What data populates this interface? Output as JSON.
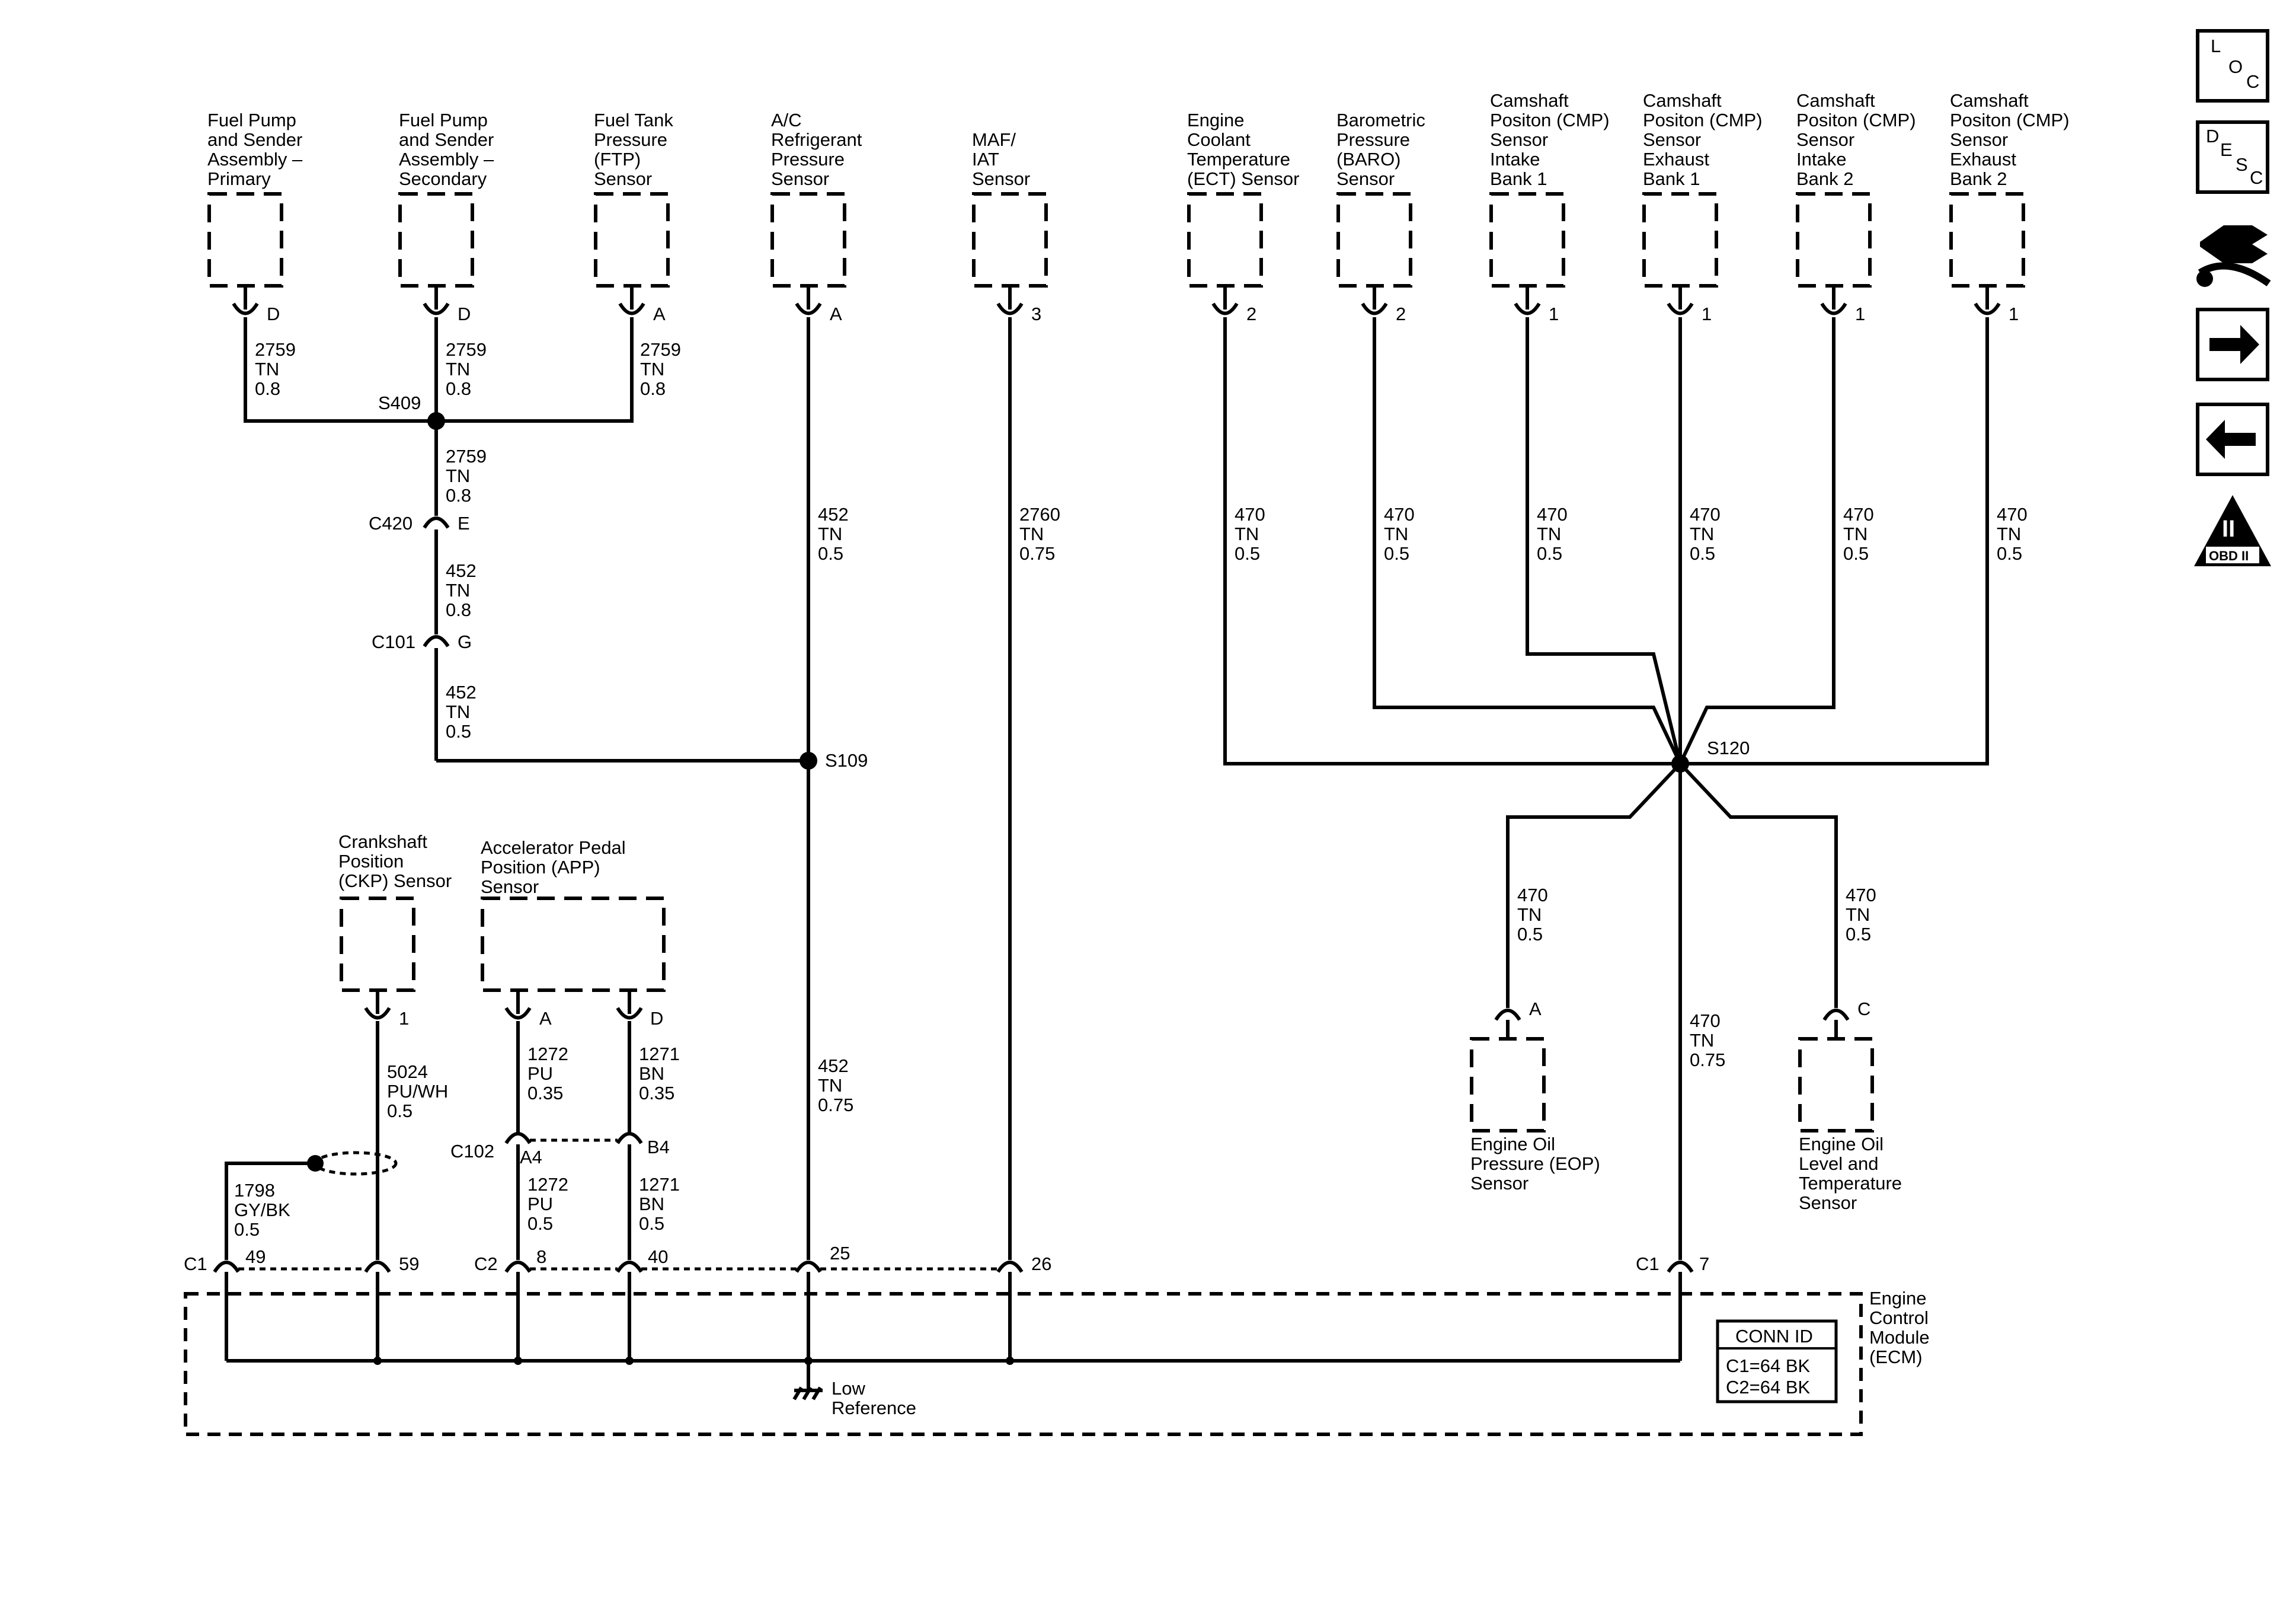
{
  "components": {
    "fp_primary": [
      "Fuel Pump",
      "and Sender",
      "Assembly –",
      "Primary"
    ],
    "fp_secondary": [
      "Fuel Pump",
      "and Sender",
      "Assembly –",
      "Secondary"
    ],
    "ftp": [
      "Fuel Tank",
      "Pressure",
      "(FTP)",
      "Sensor"
    ],
    "ac": [
      "A/C",
      "Refrigerant",
      "Pressure",
      "Sensor"
    ],
    "maf": [
      "MAF/",
      "IAT",
      "Sensor"
    ],
    "ect": [
      "Engine",
      "Coolant",
      "Temperature",
      "(ECT) Sensor"
    ],
    "baro": [
      "Barometric",
      "Pressure",
      "(BARO)",
      "Sensor"
    ],
    "cmp_ib1": [
      "Camshaft",
      "Positon (CMP)",
      "Sensor",
      "Intake",
      "Bank 1"
    ],
    "cmp_eb1": [
      "Camshaft",
      "Positon (CMP)",
      "Sensor",
      "Exhaust",
      "Bank 1"
    ],
    "cmp_ib2": [
      "Camshaft",
      "Positon (CMP)",
      "Sensor",
      "Intake",
      "Bank 2"
    ],
    "cmp_eb2": [
      "Camshaft",
      "Positon (CMP)",
      "Sensor",
      "Exhaust",
      "Bank 2"
    ],
    "ckp": [
      "Crankshaft",
      "Position",
      "(CKP) Sensor"
    ],
    "app": [
      "Accelerator Pedal",
      "Position (APP)",
      "Sensor"
    ],
    "eop": [
      "Engine Oil",
      "Pressure (EOP)",
      "Sensor"
    ],
    "eolt": [
      "Engine Oil",
      "Level and",
      "Temperature",
      "Sensor"
    ],
    "ecm": [
      "Engine",
      "Control",
      "Module",
      "(ECM)"
    ]
  },
  "pins": {
    "fp_primary": "D",
    "fp_secondary": "D",
    "ftp": "A",
    "ac": "A",
    "maf": "3",
    "ect": "2",
    "baro": "2",
    "cmp_ib1": "1",
    "cmp_eb1": "1",
    "cmp_ib2": "1",
    "cmp_eb2": "1",
    "ckp": "1",
    "app_a": "A",
    "app_d": "D",
    "eop": "A",
    "eolt": "C"
  },
  "wires": {
    "fp_primary": [
      "2759",
      "TN",
      "0.8"
    ],
    "fp_secondary": [
      "2759",
      "TN",
      "0.8"
    ],
    "ftp": [
      "2759",
      "TN",
      "0.8"
    ],
    "s409_c420": [
      "2759",
      "TN",
      "0.8"
    ],
    "c420_c101": [
      "452",
      "TN",
      "0.8"
    ],
    "c101_s109": [
      "452",
      "TN",
      "0.5"
    ],
    "ac_s109": [
      "452",
      "TN",
      "0.5"
    ],
    "s109_ecm": [
      "452",
      "TN",
      "0.75"
    ],
    "maf": [
      "2760",
      "TN",
      "0.75"
    ],
    "ect": [
      "470",
      "TN",
      "0.5"
    ],
    "baro": [
      "470",
      "TN",
      "0.5"
    ],
    "cmp_ib1": [
      "470",
      "TN",
      "0.5"
    ],
    "cmp_eb1": [
      "470",
      "TN",
      "0.5"
    ],
    "cmp_ib2": [
      "470",
      "TN",
      "0.5"
    ],
    "cmp_eb2": [
      "470",
      "TN",
      "0.5"
    ],
    "eop": [
      "470",
      "TN",
      "0.5"
    ],
    "eolt": [
      "470",
      "TN",
      "0.5"
    ],
    "s120_ecm": [
      "470",
      "TN",
      "0.75"
    ],
    "ckp": [
      "5024",
      "PU/WH",
      "0.5"
    ],
    "app_a_upper": [
      "1272",
      "PU",
      "0.35"
    ],
    "app_d_upper": [
      "1271",
      "BN",
      "0.35"
    ],
    "app_a_lower": [
      "1272",
      "PU",
      "0.5"
    ],
    "app_d_lower": [
      "1271",
      "BN",
      "0.5"
    ],
    "shield": [
      "1798",
      "GY/BK",
      "0.5"
    ]
  },
  "splices": {
    "s409": "S409",
    "s109": "S109",
    "s120": "S120"
  },
  "connectors": {
    "c420": "C420",
    "c420_pin": "E",
    "c101": "C101",
    "c101_pin": "G",
    "c102": "C102",
    "c102_pin_a": "A4",
    "c102_pin_b": "B4"
  },
  "ecm_pins": {
    "c1_label": "C1",
    "p49": "49",
    "p59": "59",
    "c2_label": "C2",
    "p8": "8",
    "p40": "40",
    "p25": "25",
    "p26": "26",
    "c1b_label": "C1",
    "p7": "7"
  },
  "low_reference": [
    "Low",
    "Reference"
  ],
  "conn_id": {
    "title": "CONN ID",
    "rows": [
      "C1=64 BK",
      "C2=64 BK"
    ]
  },
  "nav": {
    "loc": [
      "L",
      "O",
      "C"
    ],
    "desc": [
      "D",
      "E",
      "S",
      "C"
    ],
    "obd": [
      "II",
      "OBD II"
    ]
  }
}
